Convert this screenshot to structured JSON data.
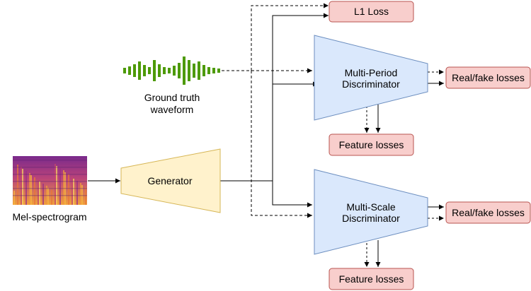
{
  "nodes": {
    "l1_loss": "L1 Loss",
    "ground_truth_line1": "Ground truth",
    "ground_truth_line2": "waveform",
    "mpd_line1": "Multi-Period",
    "mpd_line2": "Discriminator",
    "msd_line1": "Multi-Scale",
    "msd_line2": "Discriminator",
    "generator": "Generator",
    "mel_spectrogram": "Mel-spectrogram",
    "realfake_mpd": "Real/fake losses",
    "realfake_msd": "Real/fake losses",
    "feature_mpd": "Feature losses",
    "feature_msd": "Feature losses"
  },
  "colors": {
    "loss_fill": "#f8cecc",
    "loss_stroke": "#b85450",
    "disc_fill": "#dae8fc",
    "disc_stroke": "#6c8ebf",
    "gen_fill": "#fff2cc",
    "gen_stroke": "#d6b656",
    "waveform": "#4d9a06"
  },
  "icons": [
    "waveform-icon",
    "spectrogram-image"
  ]
}
